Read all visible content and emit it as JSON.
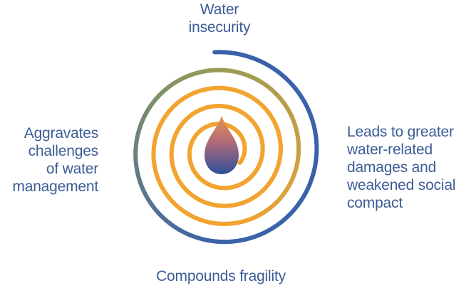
{
  "diagram": {
    "labels": {
      "top": [
        "Water",
        "insecurity"
      ],
      "left": [
        "Aggravates",
        "challenges",
        "of water",
        "management"
      ],
      "right": [
        "Leads to greater",
        "water-related",
        "damages and",
        "weakened social",
        "compact"
      ],
      "bottom": [
        "Compounds fragility"
      ]
    },
    "icons": {
      "center": "water-drop-icon",
      "spiral": "spiral-icon"
    },
    "colors": {
      "text": "#3c5d95",
      "spiral_outer": "#3a62a8",
      "spiral_mid": "#8f9a5a",
      "spiral_inner": "#f2a431",
      "drop_top": "#e8954a",
      "drop_bottom": "#2f4f9c"
    }
  }
}
